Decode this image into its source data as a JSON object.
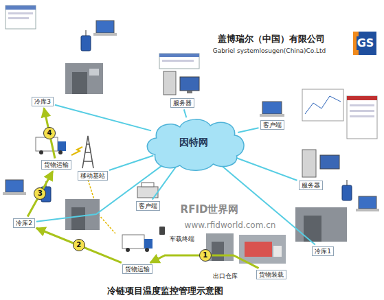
{
  "diagram": {
    "title": "冷链项目温度监控管理示意图",
    "nodes": [
      {
        "text": [
          "因特网"
        ]
      },
      {
        "text": [
          "冷库3"
        ]
      },
      {
        "text": [
          "货物运输"
        ]
      },
      {
        "text": [
          "冷库2"
        ]
      },
      {
        "text": [
          "货物运输"
        ]
      },
      {
        "text": [
          "货物装载"
        ]
      },
      {
        "text": [
          "冷库1"
        ]
      },
      {
        "text": [
          "服务器"
        ]
      },
      {
        "text": [
          "客户端"
        ]
      },
      {
        "text": [
          "服务器"
        ]
      },
      {
        "text": [
          "移动基站"
        ]
      },
      {
        "text": [
          "客户端"
        ]
      }
    ],
    "edges": [
      {
        "from": 5,
        "to": 4,
        "arrow": "to",
        "label": "1"
      },
      {
        "from": 4,
        "to": 3,
        "arrow": "to",
        "label": "2"
      },
      {
        "from": 3,
        "to": 2,
        "arrow": "to",
        "label": "3"
      },
      {
        "from": 2,
        "to": 1,
        "arrow": "to",
        "label": "4"
      },
      {
        "from": 0,
        "to": 1,
        "arrow": "none"
      },
      {
        "from": 0,
        "to": 3,
        "arrow": "none"
      },
      {
        "from": 0,
        "to": 6,
        "arrow": "none"
      },
      {
        "from": 0,
        "to": 7,
        "arrow": "none"
      },
      {
        "from": 0,
        "to": 8,
        "arrow": "none"
      },
      {
        "from": 0,
        "to": 9,
        "arrow": "none"
      },
      {
        "from": 0,
        "to": 10,
        "arrow": "none"
      },
      {
        "from": 0,
        "to": 11,
        "arrow": "none"
      }
    ],
    "labels": [
      "盖博瑞尔（中国）有限公司",
      "Gabriel systemlosugen(China)Co.Ltd",
      "GS",
      "RFID世界网",
      "www.rfidworld.com.cn",
      "车载终端",
      "出口仓库"
    ]
  }
}
